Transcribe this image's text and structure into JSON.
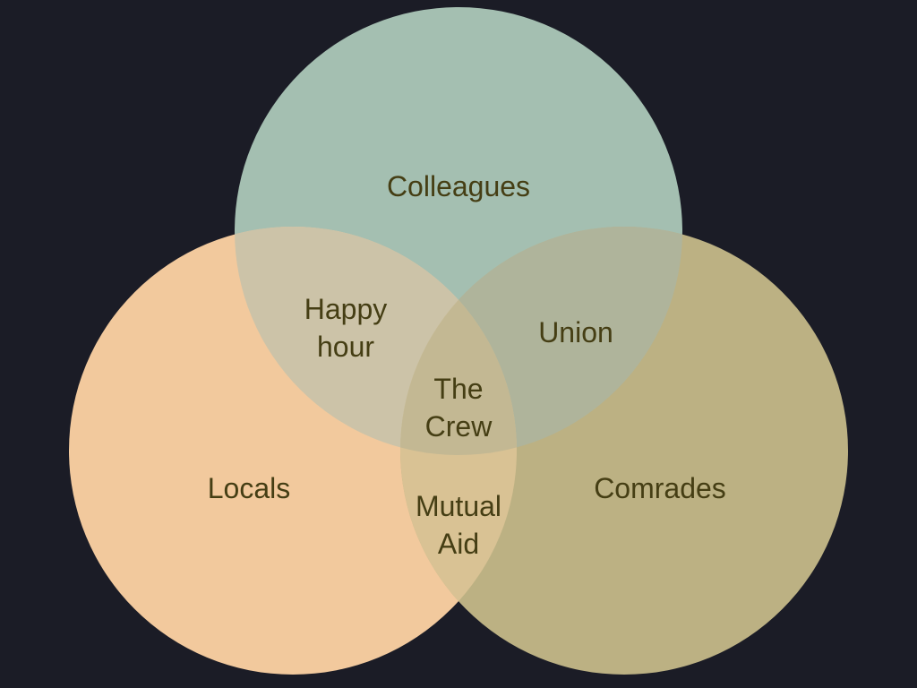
{
  "canvas": {
    "background": "#1b1c26",
    "label_color": "#453e14"
  },
  "venn": {
    "sets": [
      {
        "id": "colleagues",
        "label": "Colleagues",
        "color": "#a4bfb1"
      },
      {
        "id": "locals",
        "label": "Locals",
        "color": "#f2c99d"
      },
      {
        "id": "comrades",
        "label": "Comrades",
        "color": "#bcb183"
      }
    ],
    "intersections": [
      {
        "id": "colleagues-locals",
        "label": "Happy hour",
        "color": "#ccc3a8"
      },
      {
        "id": "colleagues-comrades",
        "label": "Union",
        "color": "#afb49b"
      },
      {
        "id": "locals-comrades",
        "label": "Mutual Aid",
        "color": "#d9c294"
      },
      {
        "id": "all-three",
        "label": "The Crew",
        "color": "#c3b893"
      }
    ]
  }
}
